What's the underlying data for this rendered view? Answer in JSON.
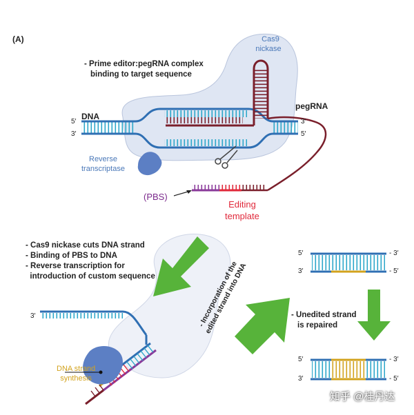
{
  "panel_label": "(A)",
  "top": {
    "cas9_line1": "Cas9",
    "cas9_line2": "nickase",
    "step_line1": "- Prime editor:pegRNA complex",
    "step_line2": "binding to target sequence",
    "dna_label": "DNA",
    "pegrna_label": "pegRNA",
    "rt_line1": "Reverse",
    "rt_line2": "transcriptase",
    "pbs_label": "(PBS)",
    "editing_line1": "Editing",
    "editing_line2": "template",
    "end_5": "5′",
    "end_3": "3′",
    "end_3b": "3′",
    "end_5b": "5′"
  },
  "bottom_left": {
    "bullets": [
      "- Cas9 nickase cuts DNA strand",
      "- Binding of PBS to DNA",
      "- Reverse transcription for",
      "  introduction of custom sequence"
    ],
    "end_3": "3′",
    "synth_line1": "DNA strand",
    "synth_line2": "synthesis"
  },
  "middle": {
    "incorp_line1": "- Incorporation of the",
    "incorp_line2": "edited strand into DNA"
  },
  "right": {
    "top_5": "5′",
    "top_3": "- 3′",
    "top_3l": "3′",
    "top_5r": "- 5′",
    "repair_line1": "- Unedited strand",
    "repair_line2": "is repaired",
    "bot_5": "5′",
    "bot_3": "- 3′",
    "bot_3l": "3′",
    "bot_5r": "- 5′"
  },
  "watermark": "知乎 @桂丹达",
  "colors": {
    "dna_blue": "#2f6fb3",
    "teal": "#2aa6c9",
    "rna_maroon": "#7a1f2b",
    "edit_red": "#e0283a",
    "pbs_purple": "#8a3a9a",
    "gold": "#d2a21c",
    "arrow_green": "#57b33a",
    "complex_fill": "#dfe6f3",
    "protein_blue": "#5c7fc4"
  }
}
